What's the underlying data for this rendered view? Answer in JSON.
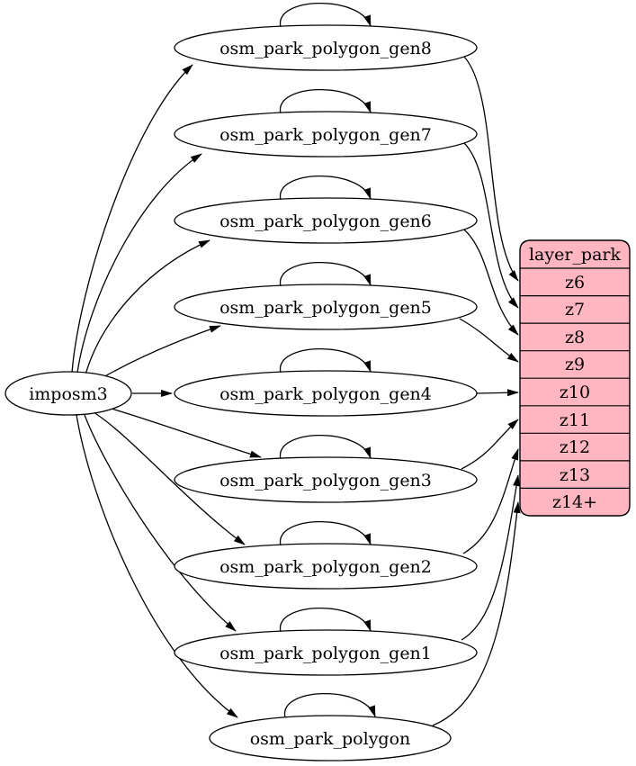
{
  "diagram": {
    "source": {
      "label": "imposm3"
    },
    "generalized_tables": [
      {
        "label": "osm_park_polygon_gen8",
        "feeds_zoom": "z6",
        "self_loop": true
      },
      {
        "label": "osm_park_polygon_gen7",
        "feeds_zoom": "z7",
        "self_loop": true
      },
      {
        "label": "osm_park_polygon_gen6",
        "feeds_zoom": "z8",
        "self_loop": true
      },
      {
        "label": "osm_park_polygon_gen5",
        "feeds_zoom": "z9",
        "self_loop": true
      },
      {
        "label": "osm_park_polygon_gen4",
        "feeds_zoom": "z10",
        "self_loop": true
      },
      {
        "label": "osm_park_polygon_gen3",
        "feeds_zoom": "z11",
        "self_loop": true
      },
      {
        "label": "osm_park_polygon_gen2",
        "feeds_zoom": "z12",
        "self_loop": true
      },
      {
        "label": "osm_park_polygon_gen1",
        "feeds_zoom": "z13",
        "self_loop": true
      },
      {
        "label": "osm_park_polygon",
        "feeds_zoom": "z14+",
        "self_loop": true
      }
    ],
    "layer": {
      "title": "layer_park",
      "zoom_rows": [
        "z6",
        "z7",
        "z8",
        "z9",
        "z10",
        "z11",
        "z12",
        "z13",
        "z14+"
      ]
    },
    "colors": {
      "layer_fill": "#ffb6c1",
      "node_fill": "#ffffff",
      "stroke": "#000000"
    }
  }
}
